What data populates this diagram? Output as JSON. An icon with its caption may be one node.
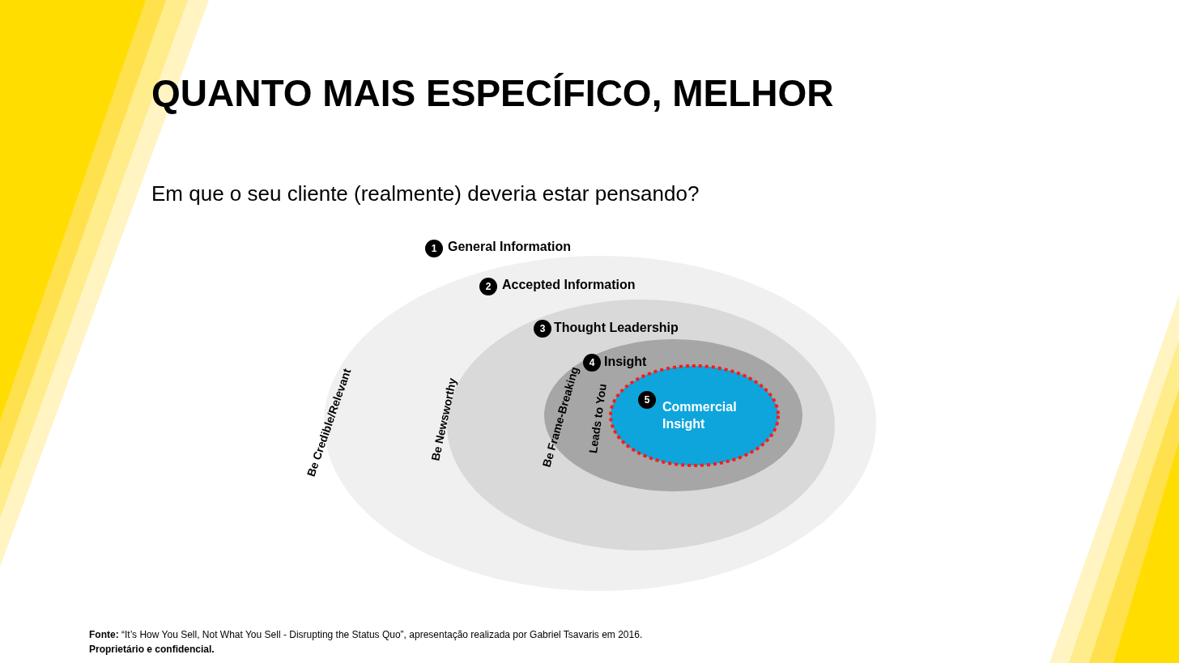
{
  "diagram": {
    "title": "QUANTO MAIS ESPECÍFICO, MELHOR",
    "nodes": [
      {
        "text": [
          "2",
          "Accepted Information",
          "Be Credible/Relevant"
        ]
      },
      {
        "text": [
          "3",
          "Thought Leadership",
          "Be Newsworthy"
        ],
        "in": 0
      },
      {
        "text": [
          "4",
          "Insight",
          "Be Frame-Breaking",
          "Leads to You"
        ],
        "in": 1
      },
      {
        "text": [
          "5",
          "Commercial Insight"
        ],
        "in": 2
      }
    ],
    "labels": [
      "Em que o seu cliente (realmente) deveria estar pensando?",
      "1",
      "General Information",
      "**Fonte:** “It’s How You Sell, Not What You Sell - Disrupting the Status Quo”, apresentação realizada por Gabriel Tsavaris em 2016.",
      "Proprietário e confidencial."
    ]
  }
}
